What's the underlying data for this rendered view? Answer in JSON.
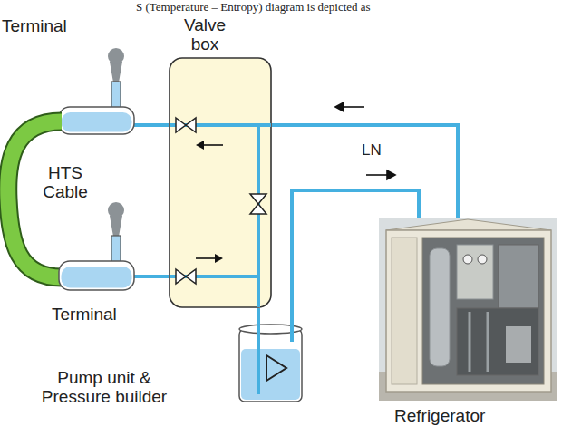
{
  "diagram": {
    "nodes": [
      {
        "text": [
          "Terminal"
        ]
      },
      {
        "text": [
          "Valve box"
        ]
      },
      {
        "text": [
          "HTS Cable"
        ]
      },
      {
        "text": [
          "Terminal"
        ]
      },
      {
        "text": [
          "Pump unit & Pressure builder"
        ]
      },
      {
        "text": [
          "Refrigerator"
        ]
      }
    ],
    "edges": [
      {
        "from": 0,
        "to": 1,
        "arrow": "none"
      },
      {
        "from": 3,
        "to": 1,
        "arrow": "none"
      },
      {
        "from": 1,
        "to": 5,
        "arrow": "none"
      },
      {
        "from": 1,
        "to": 4,
        "arrow": "none"
      },
      {
        "from": 4,
        "to": 5,
        "arrow": "none"
      }
    ],
    "labels": [
      "S (Temperature – Entropy) diagram is depicted as",
      "LN"
    ]
  }
}
